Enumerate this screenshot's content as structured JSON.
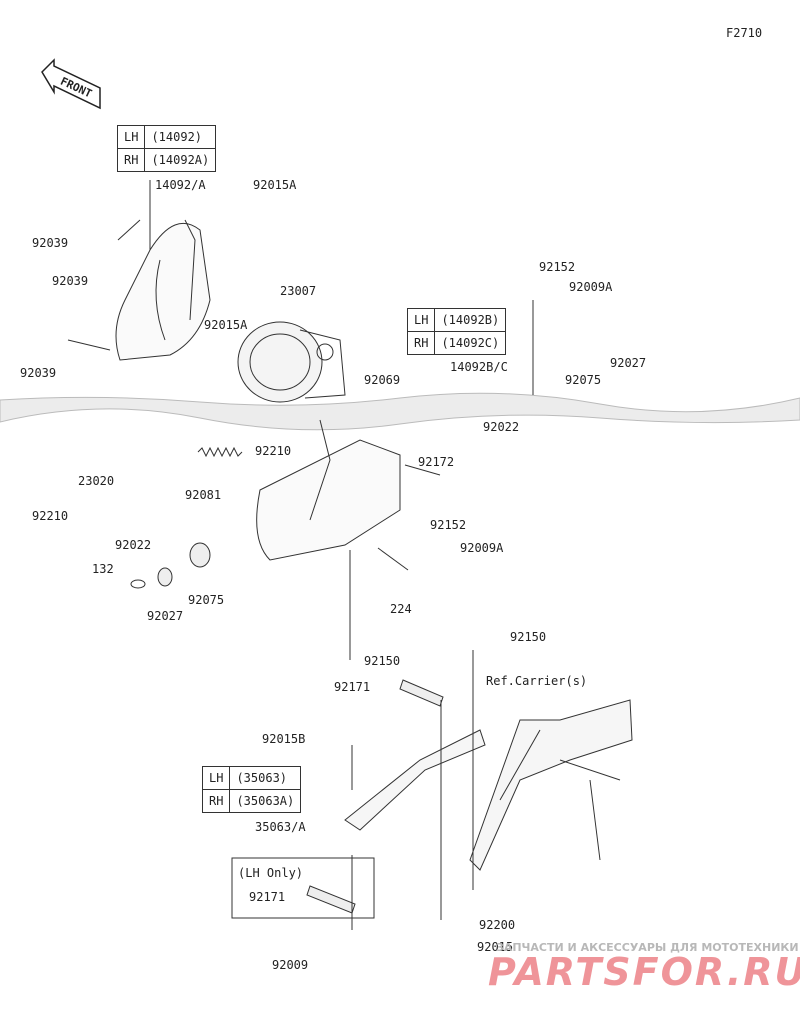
{
  "page_code": "F2710",
  "front_label": "FRONT",
  "tables": {
    "headlight_case": [
      [
        "LH",
        "(14092)"
      ],
      [
        "RH",
        "(14092A)"
      ]
    ],
    "side_cover": [
      [
        "LH",
        "(14092B)"
      ],
      [
        "RH",
        "(14092C)"
      ]
    ],
    "bracket": [
      [
        "LH",
        "(35063)"
      ],
      [
        "RH",
        "(35063A)"
      ]
    ]
  },
  "lh_only_note": "(LH Only)",
  "ref_carrier": "Ref.Carrier(s)",
  "parts": {
    "p14092A": "14092/A",
    "p92015A_1": "92015A",
    "p92039_1": "92039",
    "p92039_2": "92039",
    "p92039_3": "92039",
    "p92015A_2": "92015A",
    "p23007": "23007",
    "p92152_1": "92152",
    "p92009A_1": "92009A",
    "p14092BC": "14092B/C",
    "p92027_1": "92027",
    "p92075_1": "92075",
    "p92069": "92069",
    "p92022_1": "92022",
    "p92210_1": "92210",
    "p23020": "23020",
    "p92210_2": "92210",
    "p92081": "92081",
    "p92172": "92172",
    "p92152_2": "92152",
    "p92009A_2": "92009A",
    "p92022_2": "92022",
    "p132": "132",
    "p92075_2": "92075",
    "p92027_2": "92027",
    "p224": "224",
    "p92150_1": "92150",
    "p92150_2": "92150",
    "p92171_1": "92171",
    "p92015B": "92015B",
    "p35063A": "35063/A",
    "p92171_2": "92171",
    "p92200": "92200",
    "p92015": "92015",
    "p92009": "92009"
  },
  "watermark": {
    "tagline": "ЗАПЧАСТИ И АКСЕССУАРЫ ДЛЯ МОТОТЕХНИКИ",
    "brand": "PARTSFOR.RU"
  }
}
